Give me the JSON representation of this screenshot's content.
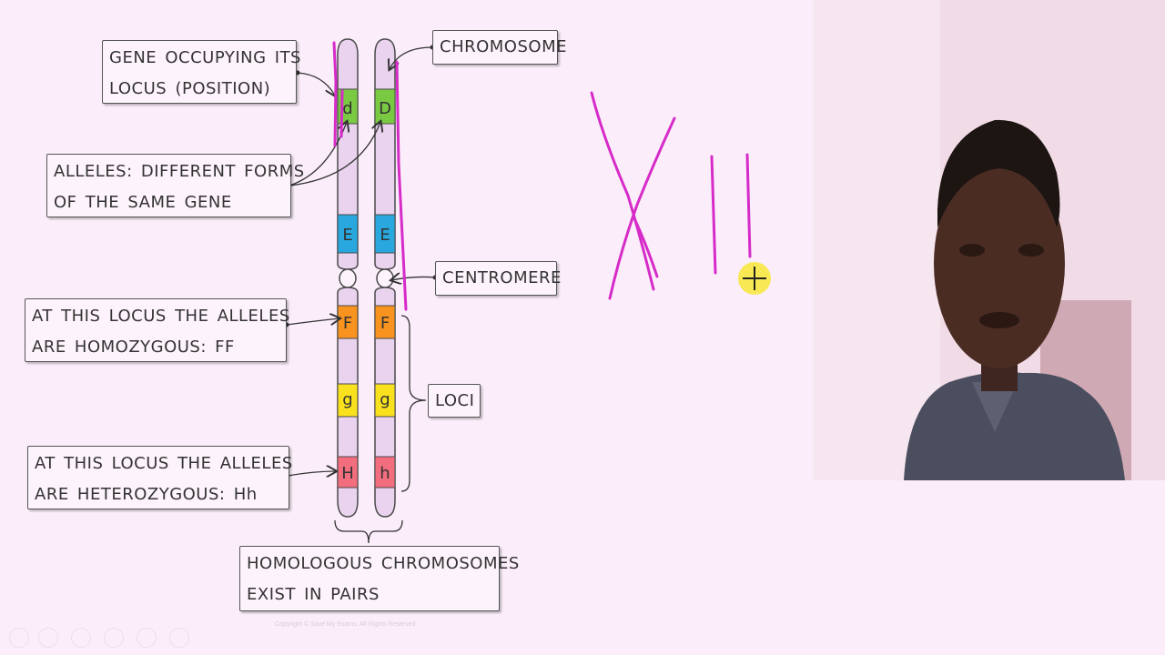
{
  "callouts": {
    "gene_locus": [
      "GENE OCCUPYING ITS",
      "LOCUS (POSITION)"
    ],
    "alleles": [
      "ALLELES: DIFFERENT FORMS",
      "OF THE SAME GENE"
    ],
    "homozygous": [
      "AT THIS LOCUS THE ALLELES",
      "ARE HOMOZYGOUS: FF"
    ],
    "heterozygous": [
      "AT THIS LOCUS THE ALLELES",
      "ARE HETEROZYGOUS: Hh"
    ],
    "chromosome": "CHROMOSOME",
    "centromere": "CENTROMERE",
    "loci": "LOCI",
    "homologous": [
      "HOMOLOGOUS CHROMOSOMES",
      "EXIST IN PAIRS"
    ]
  },
  "chromosomes": {
    "left_bands": [
      {
        "label": "d",
        "color": "#7ac943"
      },
      {
        "label": "E",
        "color": "#29a8e0"
      },
      {
        "label": "F",
        "color": "#f7931e"
      },
      {
        "label": "g",
        "color": "#f9e11e"
      },
      {
        "label": "H",
        "color": "#f26d7d"
      }
    ],
    "right_bands": [
      {
        "label": "D",
        "color": "#7ac943"
      },
      {
        "label": "E",
        "color": "#29a8e0"
      },
      {
        "label": "F",
        "color": "#f7931e"
      },
      {
        "label": "g",
        "color": "#f9e11e"
      },
      {
        "label": "h",
        "color": "#f26d7d"
      }
    ],
    "body_color": "#e9d3ee",
    "outline_color": "#4a4a4a"
  },
  "annotation_color": "#d62bc8",
  "cursor": {
    "icon": "crosshair-cursor-icon",
    "color": "#f5e51c"
  },
  "footer": {
    "copyright": "Copyright © Save My Exams. All Rights Reserved"
  },
  "webcam": {
    "label": "presenter-webcam"
  }
}
